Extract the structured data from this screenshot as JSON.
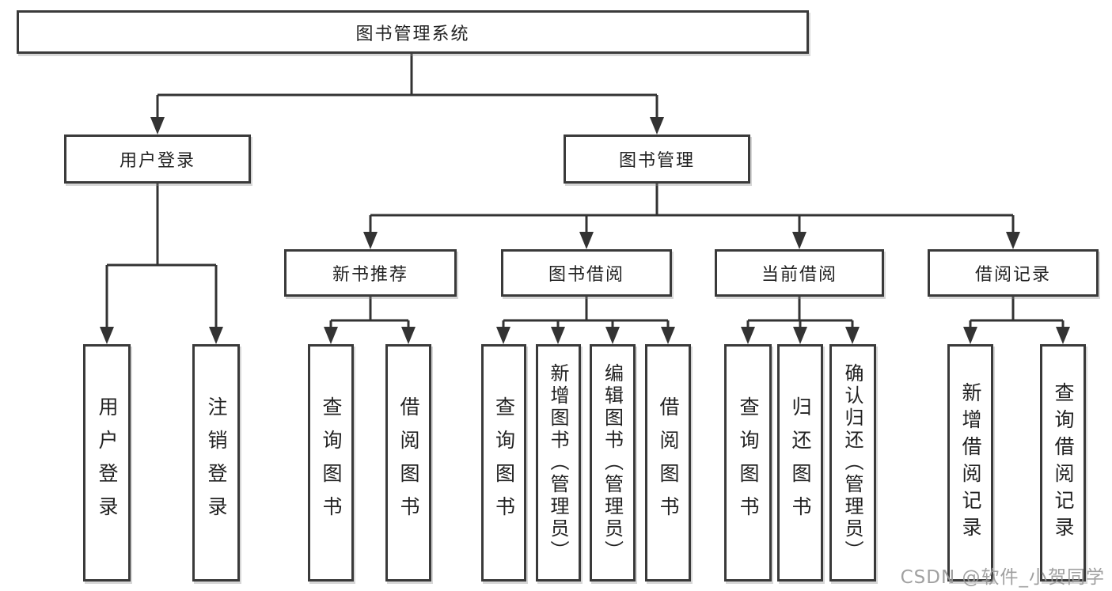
{
  "tree": {
    "root": {
      "label": "图书管理系统",
      "children": [
        {
          "label": "用户登录",
          "children": [
            {
              "label": "用户登录"
            },
            {
              "label": "注销登录"
            }
          ]
        },
        {
          "label": "图书管理",
          "children": [
            {
              "label": "新书推荐",
              "children": [
                {
                  "label": "查询图书"
                },
                {
                  "label": "借阅图书"
                }
              ]
            },
            {
              "label": "图书借阅",
              "children": [
                {
                  "label": "查询图书"
                },
                {
                  "label": "新增图书（管理员）"
                },
                {
                  "label": "编辑图书（管理员）"
                },
                {
                  "label": "借阅图书"
                }
              ]
            },
            {
              "label": "当前借阅",
              "children": [
                {
                  "label": "查询图书"
                },
                {
                  "label": "归还图书"
                },
                {
                  "label": "确认归还（管理员）"
                }
              ]
            },
            {
              "label": "借阅记录",
              "children": [
                {
                  "label": "新增借阅记录"
                },
                {
                  "label": "查询借阅记录"
                }
              ]
            }
          ]
        }
      ]
    }
  },
  "watermark": "CSDN @软件_小贺同学",
  "colors": {
    "box_border": "#3a3a3a",
    "connector_line": "#333333",
    "text": "#222222",
    "watermark_text": "#989898",
    "background": "#ffffff"
  }
}
